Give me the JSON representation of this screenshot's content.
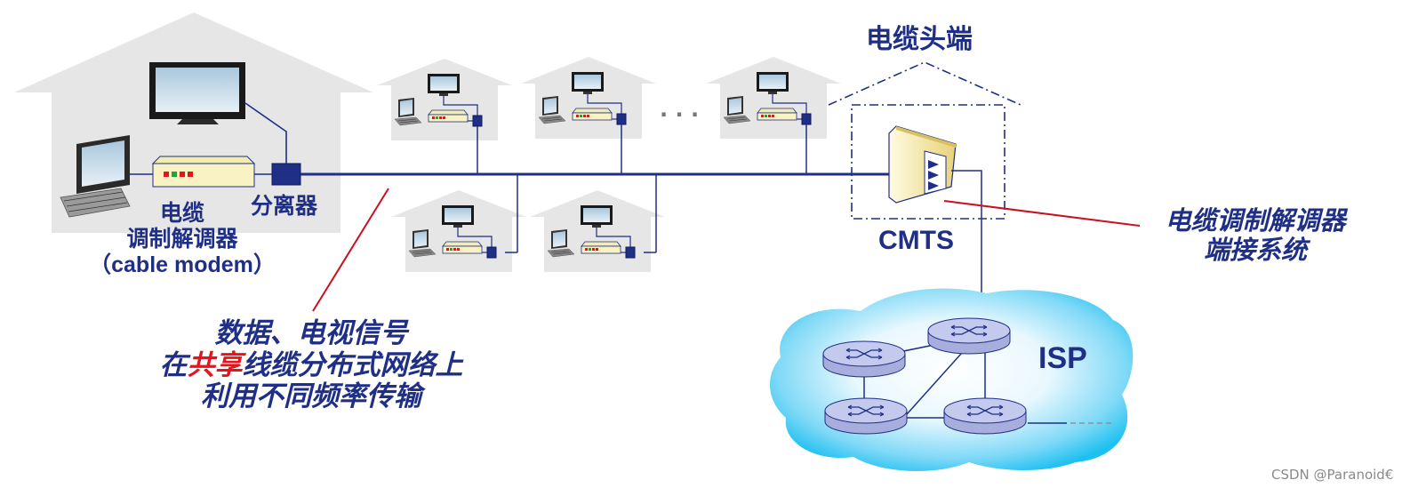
{
  "labels": {
    "cable_modem_line1": "电缆",
    "cable_modem_line2": "调制解调器",
    "cable_modem_line3": "（cable modem）",
    "splitter": "分离器",
    "headend_title": "电缆头端",
    "cmts": "CMTS",
    "cmts_desc_line1": "电缆调制解调器",
    "cmts_desc_line2": "端接系统",
    "isp": "ISP",
    "ellipsis": "· · ·"
  },
  "annotation": {
    "line1": "数据、电视信号",
    "line2_prefix": "在",
    "line2_highlight": "共享",
    "line2_suffix": "线缆分布式网络上",
    "line3": "利用不同频率传输"
  },
  "watermark": "CSDN @Paranoid€",
  "colors": {
    "navy": "#1f2f86",
    "red": "#e8141b",
    "house": "#e6e6e6",
    "cable": "#1f2f86",
    "isp_cloud": "#29c4f2"
  },
  "icons": [
    "house-icon",
    "tv-icon",
    "computer-icon",
    "cable-modem-icon",
    "splitter-icon",
    "cmts-icon",
    "router-icon"
  ]
}
